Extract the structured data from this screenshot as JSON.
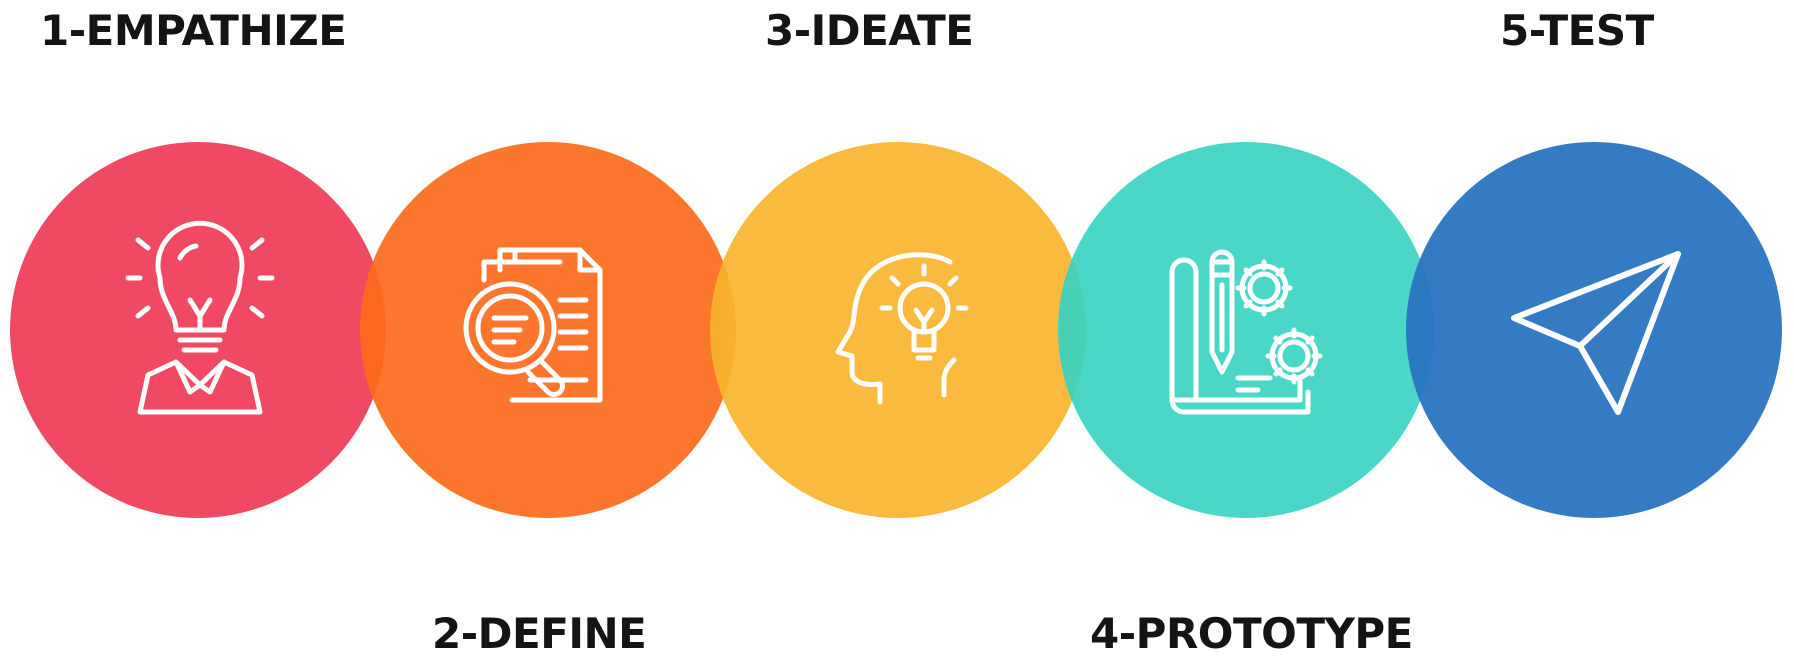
{
  "steps": [
    {
      "label": "1-EMPATHIZE",
      "color": "#ef4561",
      "icon": "lightbulb-person-icon"
    },
    {
      "label": "2-DEFINE",
      "color": "#fd6a1c",
      "icon": "magnifier-document-icon"
    },
    {
      "label": "3-IDEATE",
      "color": "#f9b42e",
      "icon": "head-lightbulb-icon"
    },
    {
      "label": "4-PROTOTYPE",
      "color": "#3bd4c3",
      "icon": "blueprint-gears-icon"
    },
    {
      "label": "5-TEST",
      "color": "#2a74c1",
      "icon": "paper-plane-icon"
    }
  ]
}
